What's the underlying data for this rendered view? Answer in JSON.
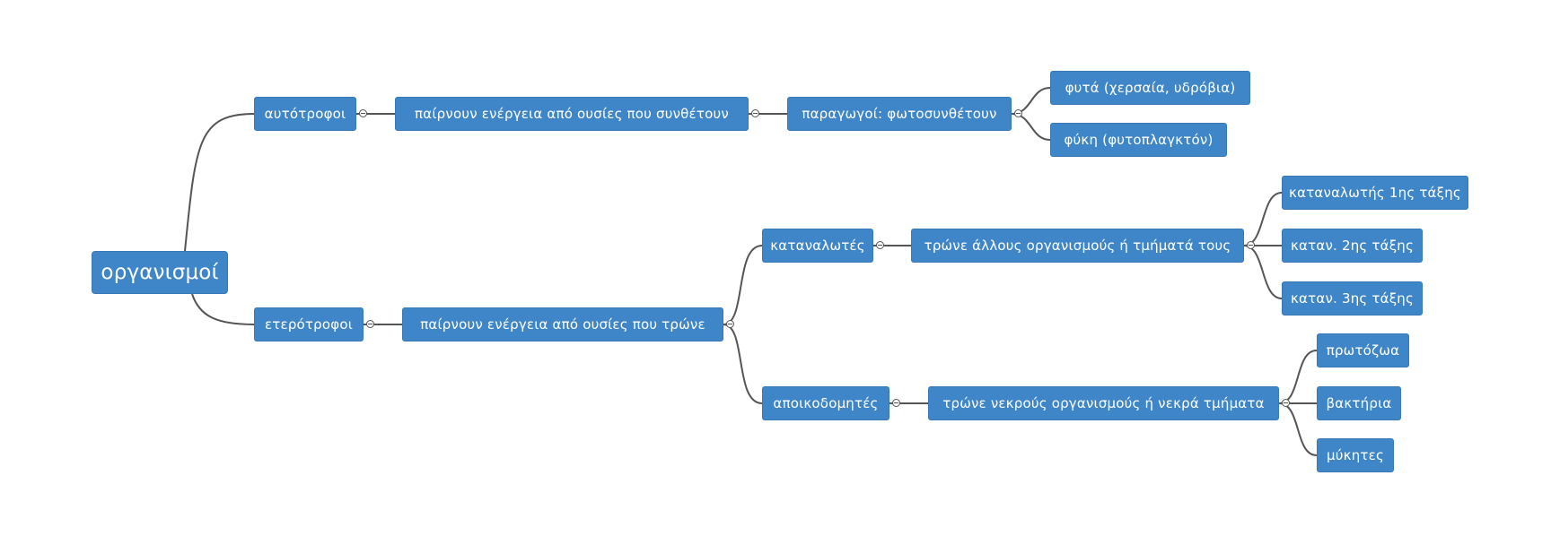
{
  "colors": {
    "node_fill": "#3f86c9",
    "node_text": "#ffffff",
    "connector": "#555555",
    "background": "#ffffff"
  },
  "nodes": {
    "root": "οργανισμοί",
    "autotrofoi": "αυτότροφοι",
    "autotrofoi_energy": "παίρνουν ενέργεια από ουσίες που συνθέτουν",
    "paragogoi": "παραγωγοί: φωτοσυνθέτουν",
    "fyta": "φυτά (χερσαία, υδρόβια)",
    "fyki": "φύκη (φυτοπλαγκτόν)",
    "eterotrofoi": "ετερότροφοι",
    "eterotrofoi_energy": "παίρνουν ενέργεια από ουσίες που τρώνε",
    "katanalotes": "καταναλωτές",
    "katanalotes_desc": "τρώνε άλλους οργανισμούς ή τμήματά τους",
    "katanalotis_1": "καταναλωτής 1ης τάξης",
    "katan_2": "καταν. 2ης τάξης",
    "katan_3": "καταν. 3ης τάξης",
    "apoikodomites": "αποικοδομητές",
    "apoikodomites_desc": "τρώνε νεκρούς οργανισμούς ή νεκρά τμήματα",
    "protozoa": "πρωτόζωα",
    "vaktiria": "βακτήρια",
    "mykites": "μύκητες"
  }
}
